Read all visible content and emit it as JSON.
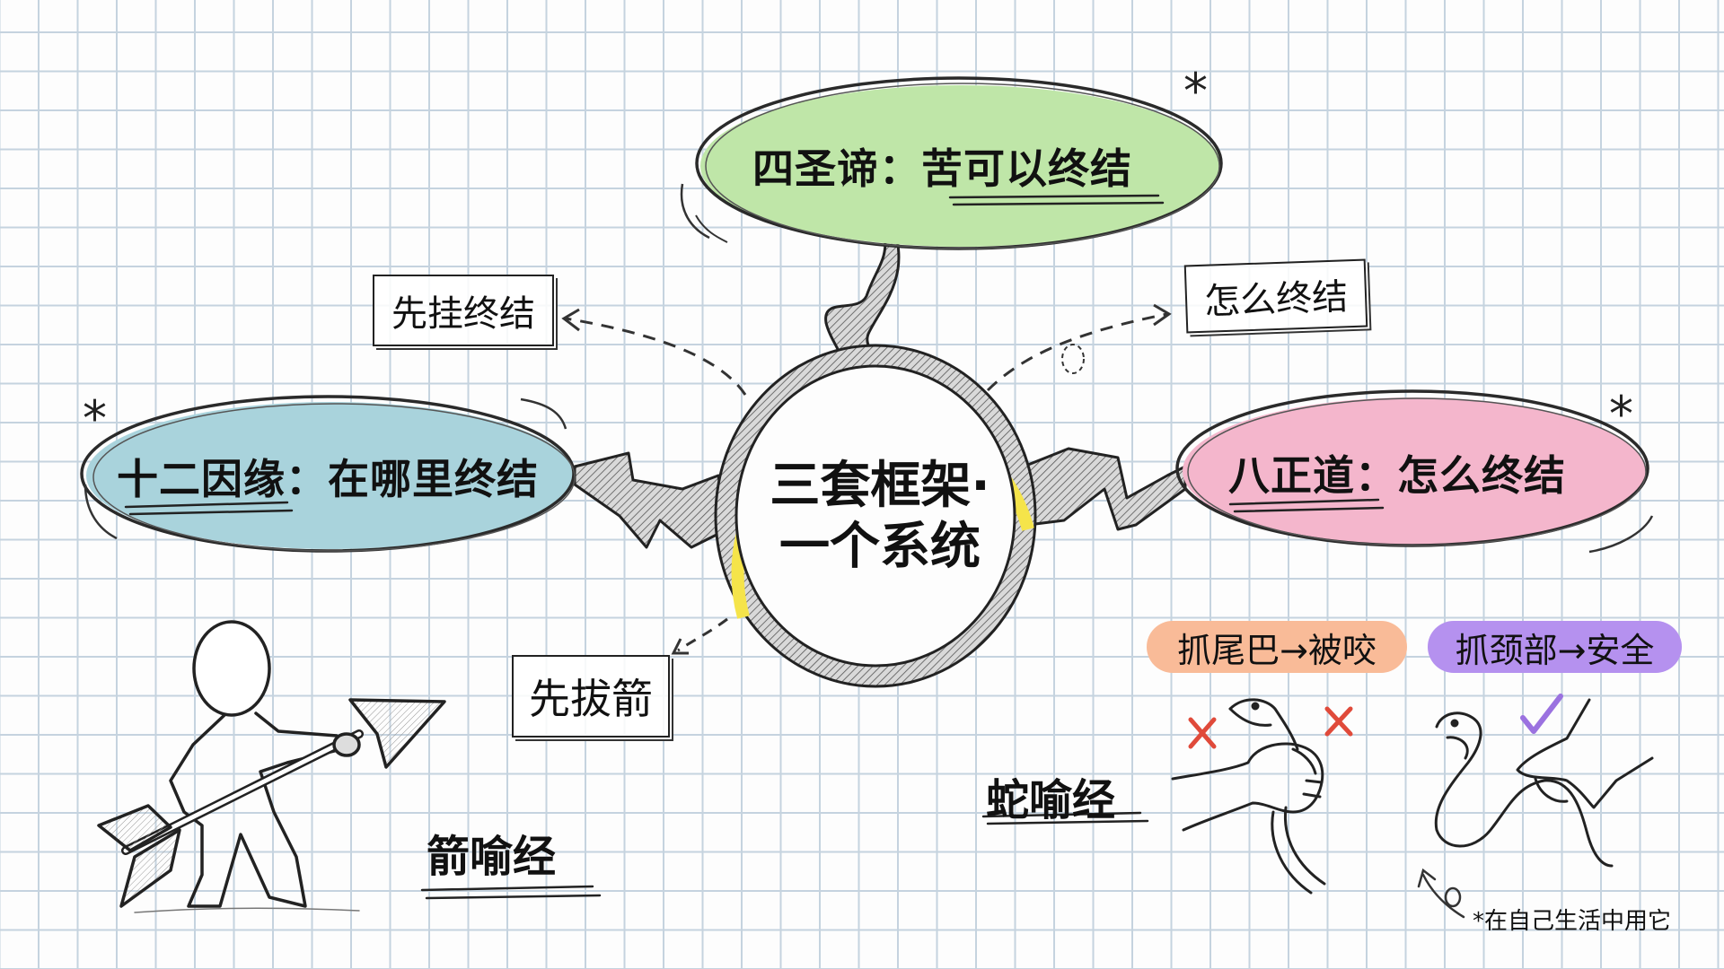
{
  "center": {
    "line1": "三套框架·",
    "line2": "一个系统",
    "ring_accent_color": "#f5e44a"
  },
  "frameworks": {
    "top": {
      "label": "四圣谛：",
      "emphasis": "苦可以终结",
      "color": "#bfe6a8"
    },
    "left": {
      "label": "十二因缘：",
      "emphasis": "在哪里终结",
      "color": "#a9d3dc"
    },
    "right": {
      "label": "八正道：",
      "emphasis": "怎么终结",
      "color": "#f4b6cc"
    }
  },
  "callouts": {
    "hang_ending": "先挂终结",
    "how_to_end": "怎么终结",
    "pull_arrow": "先拔箭"
  },
  "sutras": {
    "arrow": {
      "title": "箭喻经"
    },
    "snake": {
      "title": "蛇喻经",
      "wrong": {
        "label": "抓尾巴→被咬",
        "color": "#f9bb98",
        "mark": "cross"
      },
      "right": {
        "label": "抓颈部→安全",
        "color": "#b591ef",
        "mark": "check"
      }
    }
  },
  "footnote": "*在自己生活中用它",
  "colors": {
    "grid": "#c5d3df",
    "ink": "#222222",
    "cross": "#e04a3a",
    "check": "#9b72e0"
  }
}
